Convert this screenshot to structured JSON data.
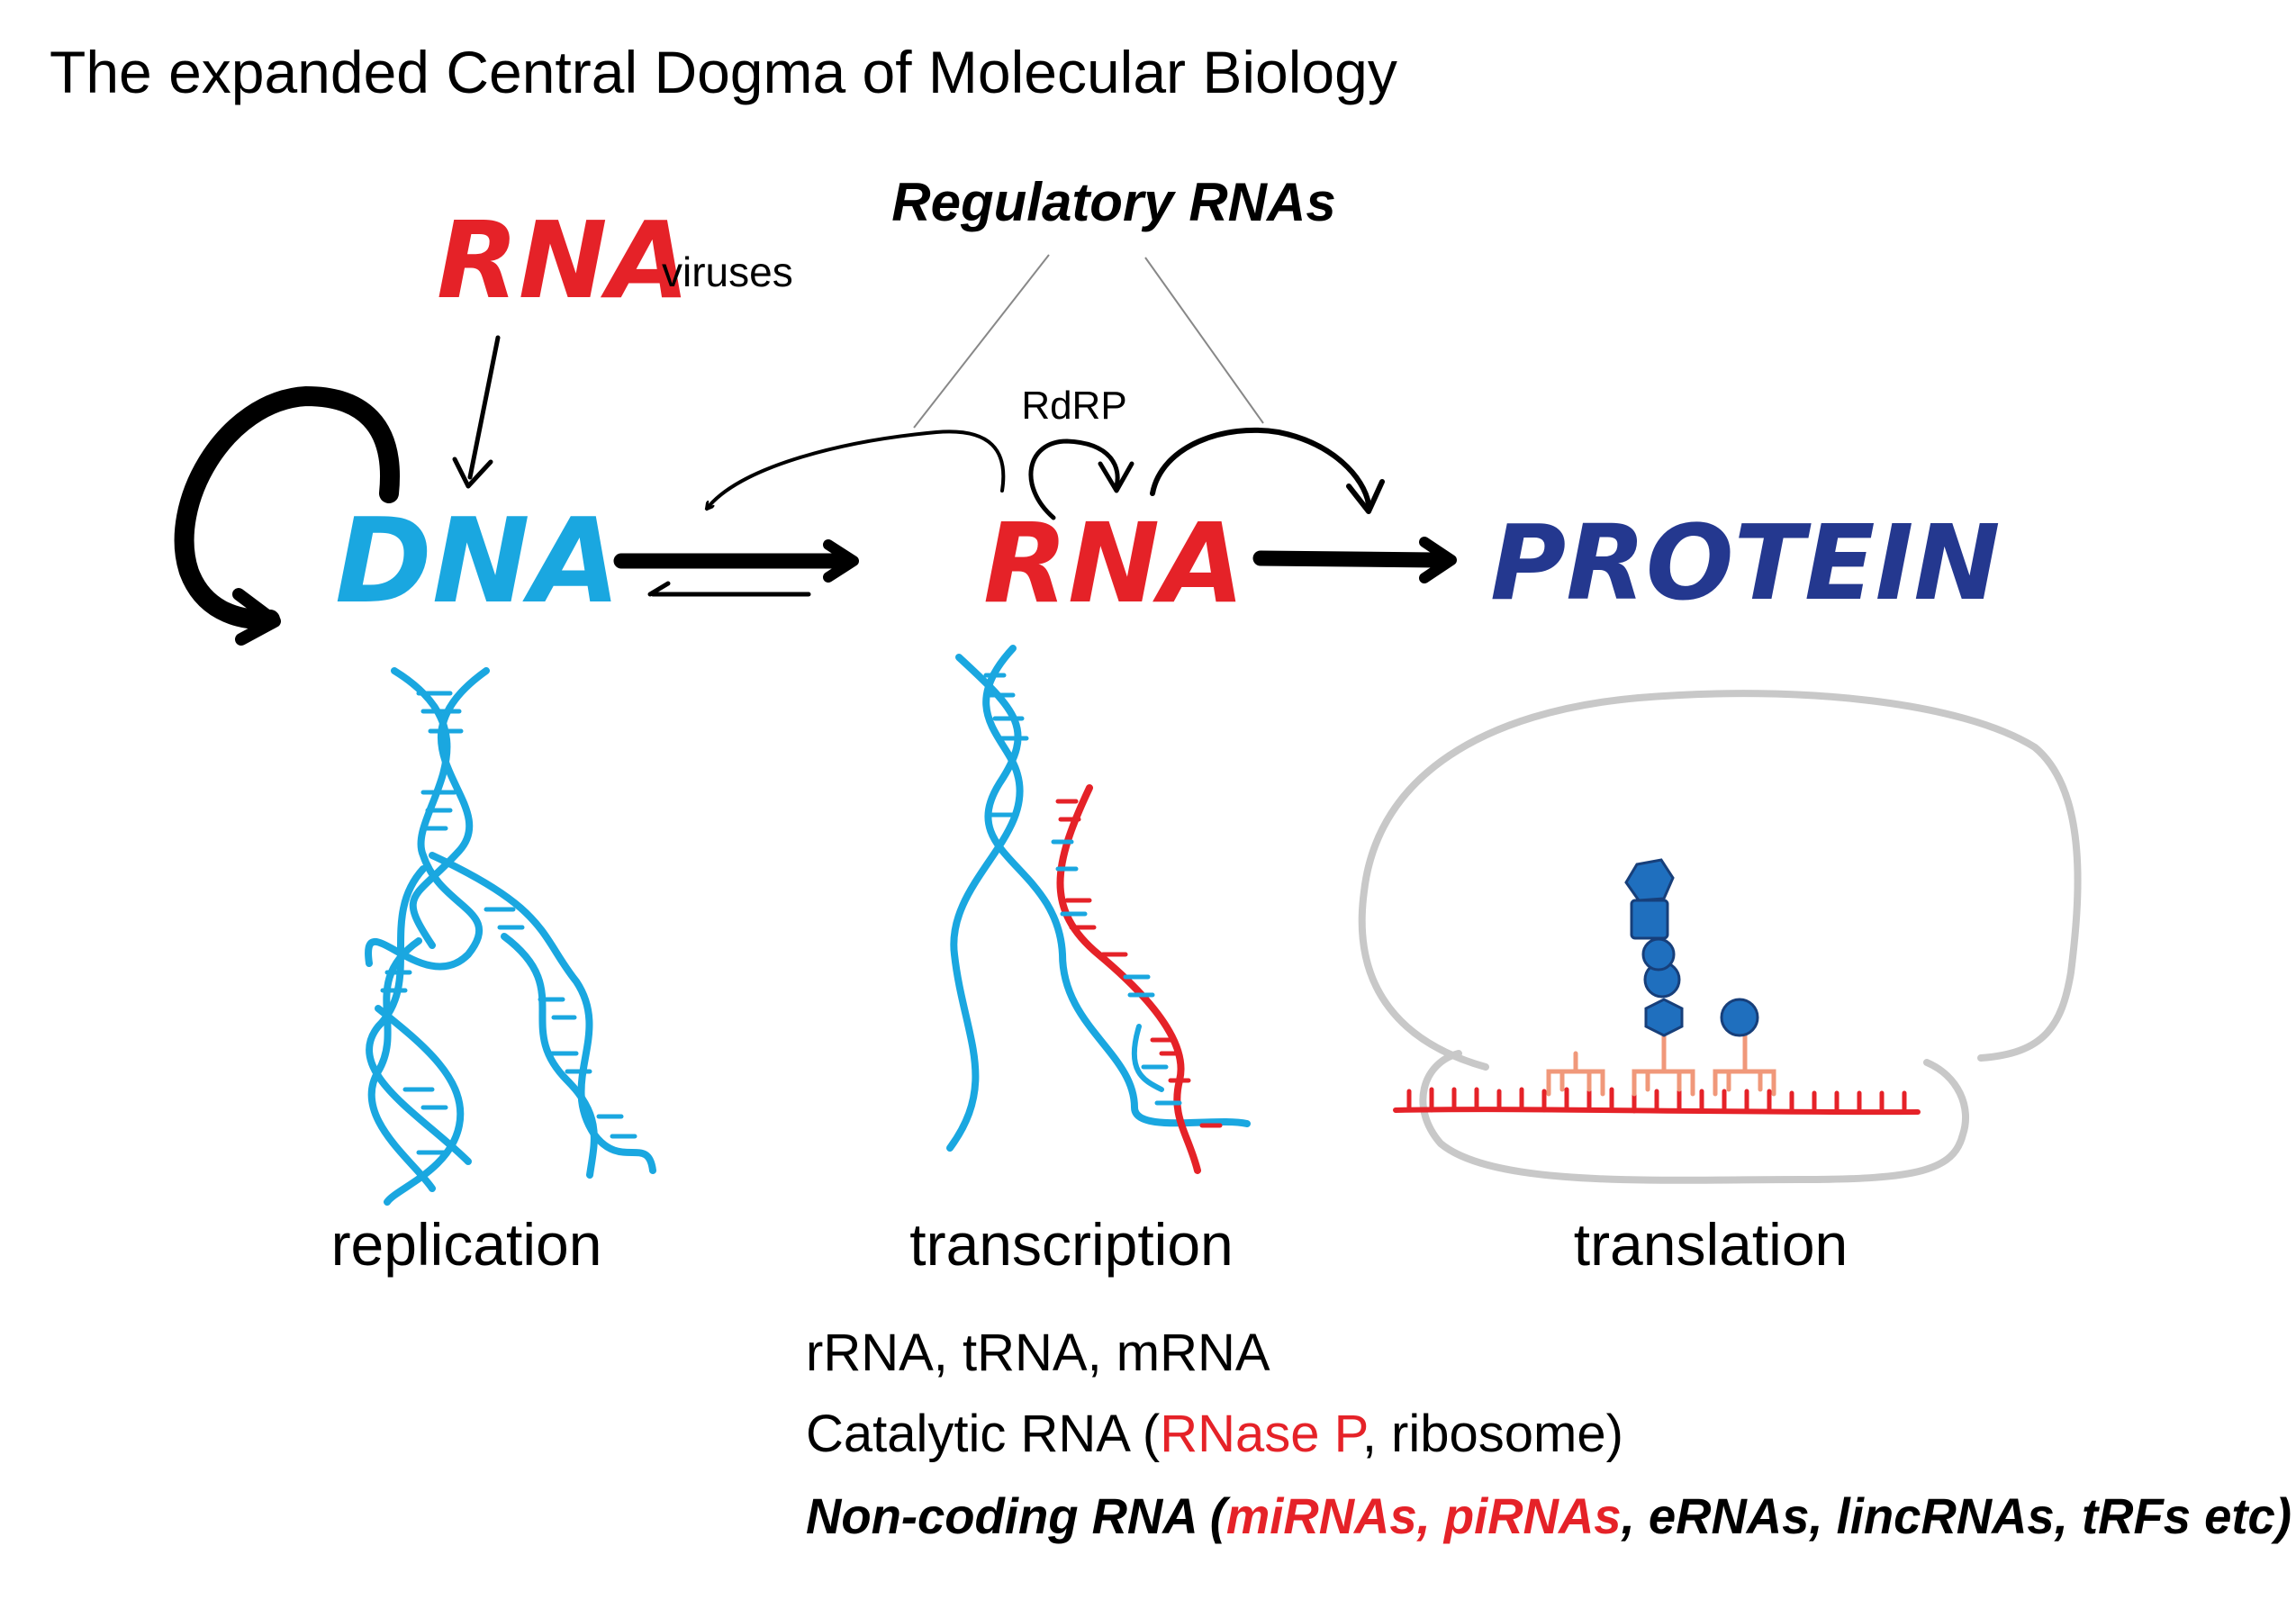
{
  "title": "The expanded Central Dogma of Molecular Biology",
  "regulatory_label": "Regulatory RNAs",
  "rna_viruses": {
    "word": "RNA",
    "suffix": "viruses"
  },
  "rdrp_label": "RdRP",
  "nodes": {
    "dna": "DNA",
    "rna": "RNA",
    "protein": "PROTEIN"
  },
  "processes": {
    "replication": "replication",
    "transcription": "transcription",
    "translation": "translation"
  },
  "rna_types": {
    "line1": "rRNA, tRNA, mRNA",
    "line2_pre": "Catalytic RNA (",
    "line2_red": "RNase P",
    "line2_post": ", ribosome)",
    "line3_pre": "Non-coding RNA (",
    "line3_red": "miRNAs, piRNAs",
    "line3_post": ", eRNAs, lincRNAs, tRFs etc)"
  },
  "colors": {
    "dna_blue": "#1aa7e0",
    "rna_red": "#e52228",
    "protein_navy": "#24388f",
    "black": "#000000",
    "ribosome_gray": "#c8c8c8",
    "trna_salmon": "#f0987a",
    "peptide_blue": "#1f6fbe"
  }
}
